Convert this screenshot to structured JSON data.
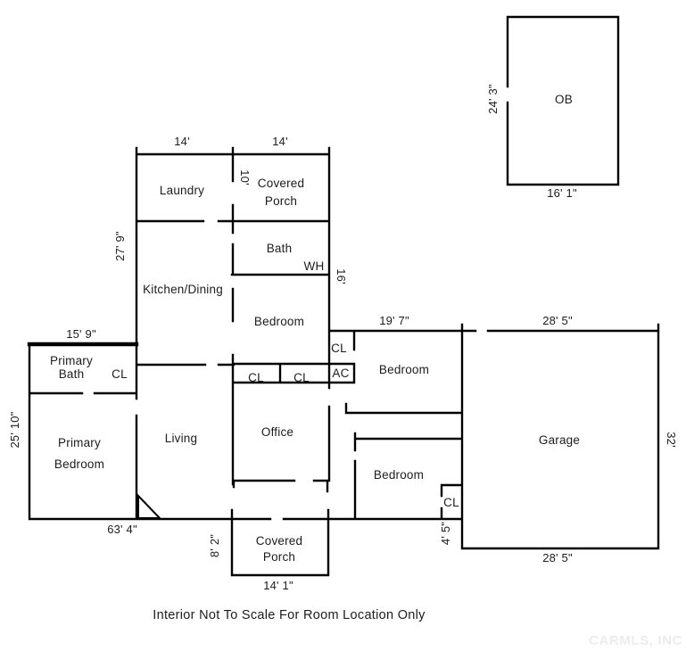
{
  "caption": "Interior Not To Scale For Room Location Only",
  "watermark": "CARMLS, INC",
  "colors": {
    "wall": "#000000",
    "text": "#1c1c1c",
    "background": "#ffffff",
    "watermark": "#ececec"
  },
  "rooms": {
    "laundry": "Laundry",
    "covered_porch_top_line1": "Covered",
    "covered_porch_top_line2": "Porch",
    "bath": "Bath",
    "water_heater": "WH",
    "kitchen_dining": "Kitchen/Dining",
    "bedroom_middle": "Bedroom",
    "primary_bath_line1": "Primary",
    "primary_bath_line2": "Bath",
    "primary_bath_closet": "CL",
    "primary_bedroom_line1": "Primary",
    "primary_bedroom_line2": "Bedroom",
    "living": "Living",
    "office": "Office",
    "office_closet_left": "CL",
    "office_closet_right": "CL",
    "hall_closet": "CL",
    "ac_closet": "AC",
    "bedroom_right_upper": "Bedroom",
    "bedroom_right_lower": "Bedroom",
    "bedroom_right_lower_closet": "CL",
    "garage": "Garage",
    "outbuilding": "OB",
    "covered_porch_bottom_line1": "Covered",
    "covered_porch_bottom_line2": "Porch"
  },
  "dimensions": {
    "laundry_width": "14'",
    "porch_top_width": "14'",
    "left_wing_height": "27' 9\"",
    "porch_divider_depth": "10'",
    "middle_column_height": "16'",
    "primary_suite_width": "15' 9\"",
    "primary_suite_height": "25' 10\"",
    "house_width": "63' 4\"",
    "porch_bottom_depth": "8' 2\"",
    "porch_bottom_width": "14' 1\"",
    "bedroom_wing_width": "19' 7\"",
    "garage_width_top": "28' 5\"",
    "garage_height": "32'",
    "garage_width_bottom": "28' 5\"",
    "garage_wall_offset": "4' 5\"",
    "outbuilding_height": "24' 3\"",
    "outbuilding_width": "16' 1\""
  }
}
